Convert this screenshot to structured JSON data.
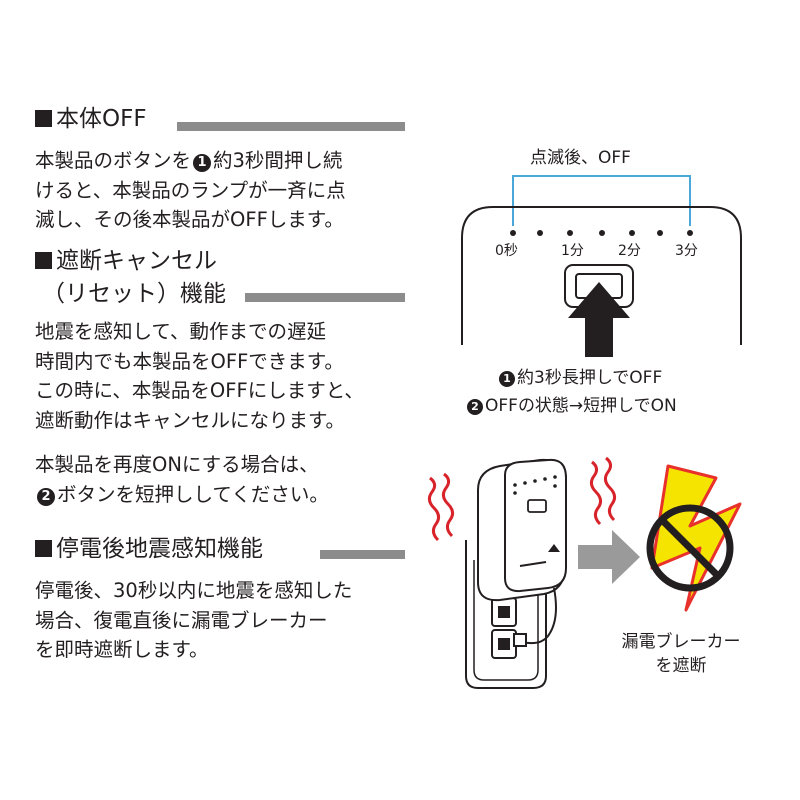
{
  "section1": {
    "heading": "本体OFF",
    "lines": [
      [
        "本製品のボタンを",
        "1",
        "約3秒間押し続"
      ],
      "けると、本製品のランプが一斉に点",
      "滅し、その後本製品がOFFします。"
    ]
  },
  "section2": {
    "heading_line1": "遮断キャンセル",
    "heading_line2": "（リセット）機能",
    "lines": [
      "地震を感知して、動作までの遅延",
      "時間内でも本製品をOFFできます。",
      "この時に、本製品をOFFにしますと、",
      "遮断動作はキャンセルになります。"
    ],
    "lines2": [
      "本製品を再度ONにする場合は、",
      [
        "2",
        "ボタンを短押ししてください。"
      ]
    ]
  },
  "section3": {
    "heading": "停電後地震感知機能",
    "lines": [
      "停電後、30秒以内に地震を感知した",
      "場合、復電直後に漏電ブレーカー",
      "を即時遮断します。"
    ]
  },
  "device_diagram": {
    "top_label": "点滅後、OFF",
    "ticks": [
      "0秒",
      "1分",
      "2分",
      "3分"
    ],
    "step1_num": "1",
    "step1_text": "約3秒長押しでOFF",
    "step2_num": "2",
    "step2_text": "OFFの状態→短押しでON"
  },
  "breaker_diagram": {
    "caption_line1": "漏電ブレーカー",
    "caption_line2": "を遮断"
  },
  "colors": {
    "text": "#231f20",
    "rule": "#8c8c8c",
    "bracket": "#4aa8d8",
    "shake": "#d8232a",
    "bolt": "#f5e400",
    "bolt_outline": "#e8312b",
    "arrow_gray": "#9a9a9a"
  }
}
